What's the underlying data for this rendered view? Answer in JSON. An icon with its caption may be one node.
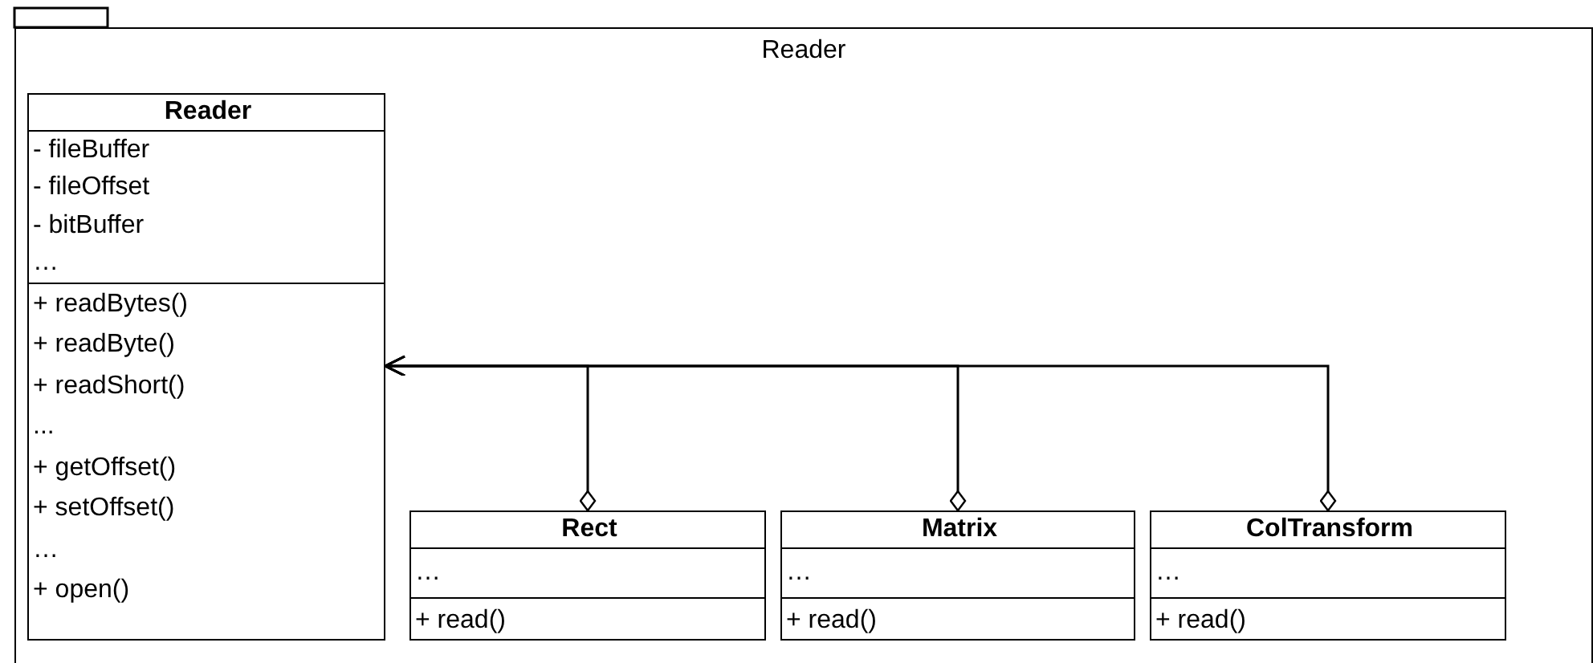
{
  "diagram": {
    "nodes": [
      {
        "text": [
          "Reader"
        ]
      },
      {
        "text": [
          "Reader",
          "- fileBuffer",
          "- fileOffset",
          "- bitBuffer",
          "…",
          "+ readBytes()",
          "+ readByte()",
          "+ readShort()",
          "...",
          "+ getOffset()",
          "+ setOffset()",
          "…",
          "+ open()"
        ],
        "in": 0
      },
      {
        "text": [
          "Rect",
          "…",
          "+ read()"
        ],
        "in": 0
      },
      {
        "text": [
          "Matrix",
          "…",
          "+ read()"
        ],
        "in": 0
      },
      {
        "text": [
          "ColTransform",
          "…",
          "+ read()"
        ],
        "in": 0
      }
    ],
    "edges": [
      {
        "from": 2,
        "to": 1,
        "arrow": "to"
      },
      {
        "from": 3,
        "to": 1,
        "arrow": "to"
      },
      {
        "from": 4,
        "to": 1,
        "arrow": "to"
      }
    ]
  }
}
